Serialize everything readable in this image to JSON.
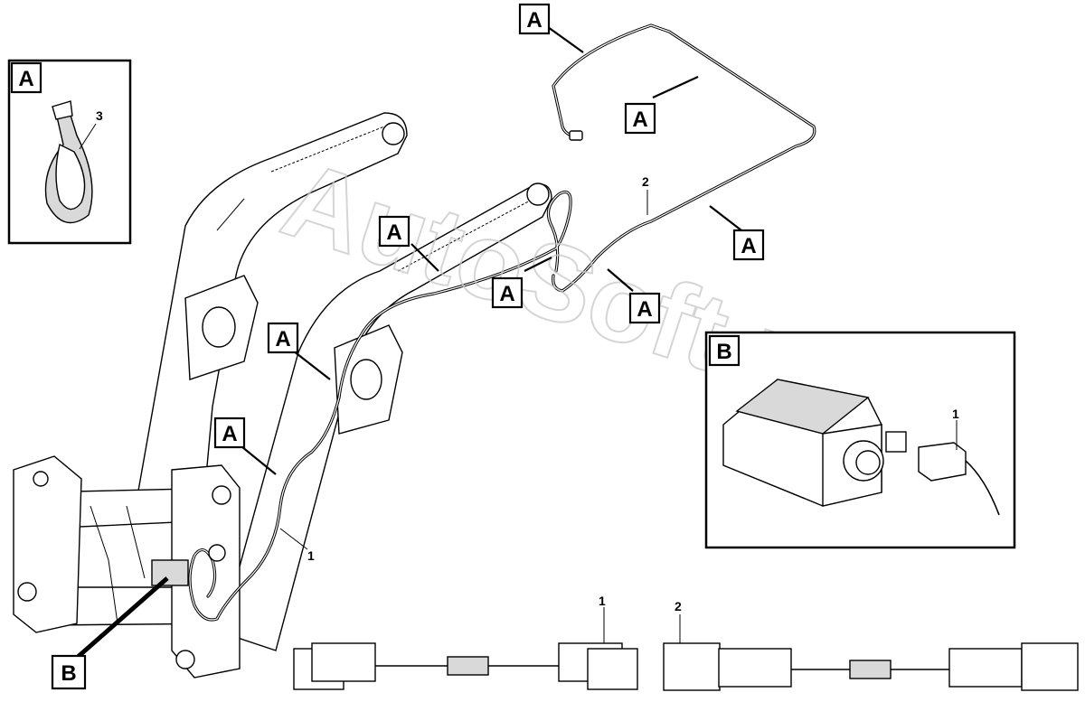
{
  "watermark": "AutoSoft.ru",
  "detail_a": {
    "letter": "A",
    "callout": "3"
  },
  "detail_b": {
    "letter": "B",
    "callout": "1"
  },
  "labels": {
    "a1": "A",
    "a2": "A",
    "a3": "A",
    "a4": "A",
    "a5": "A",
    "a6": "A",
    "a7": "A",
    "a8": "A",
    "a9": "A",
    "b1": "B"
  },
  "callouts": {
    "harness_1": "1",
    "harness_2": "2",
    "legend_1": "1",
    "legend_2": "2"
  }
}
